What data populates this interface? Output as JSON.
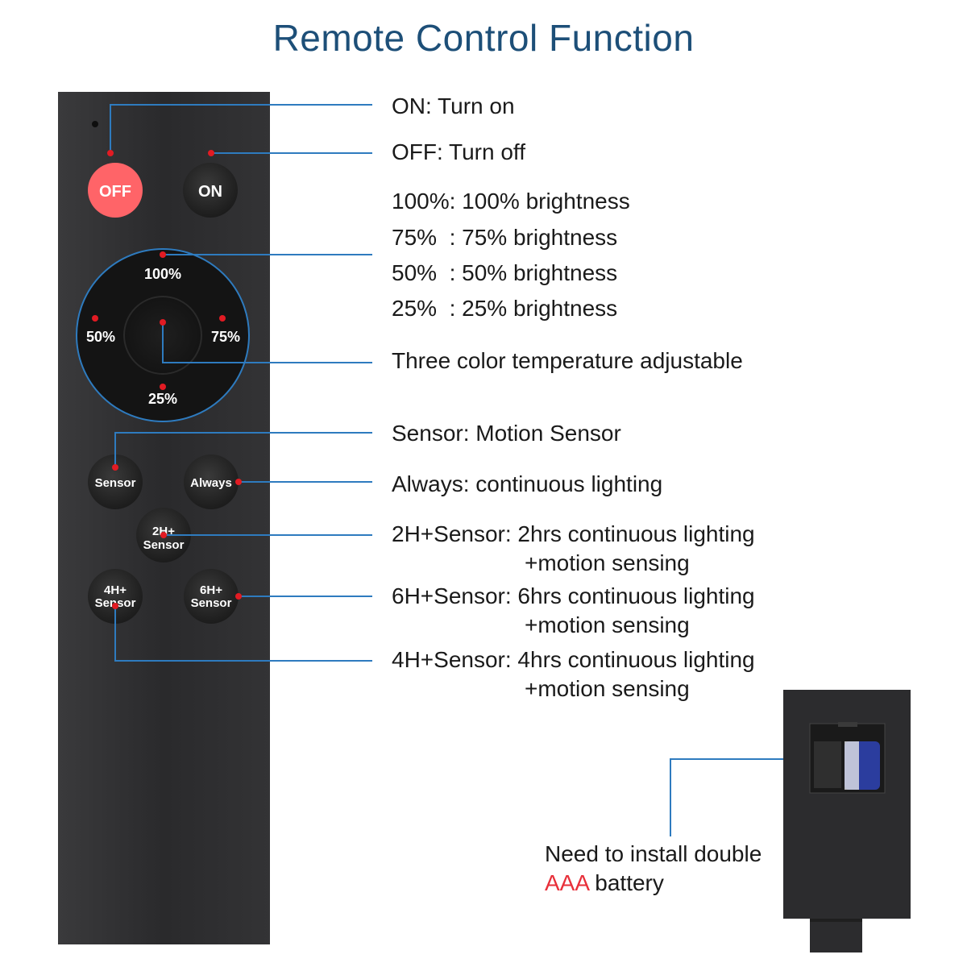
{
  "title": "Remote Control Function",
  "remote_buttons": {
    "off": "OFF",
    "on": "ON",
    "p100": "100%",
    "p75": "75%",
    "p50": "50%",
    "p25": "25%",
    "sensor": "Sensor",
    "always": "Always",
    "h2_line1": "2H+",
    "h2_line2": "Sensor",
    "h4_line1": "4H+",
    "h4_line2": "Sensor",
    "h6_line1": "6H+",
    "h6_line2": "Sensor"
  },
  "labels": {
    "on": "ON: Turn on",
    "off": "OFF: Turn off",
    "b100": "100%: 100% brightness",
    "b75": "75%  : 75% brightness",
    "b50": "50%  : 50% brightness",
    "b25": "25%  : 25% brightness",
    "temp": "Three color temperature adjustable",
    "sensor": "Sensor: Motion Sensor",
    "always": "Always: continuous lighting",
    "h2_line1": "2H+Sensor: 2hrs continuous lighting",
    "h2_line2": "+motion sensing",
    "h6_line1": "6H+Sensor: 6hrs continuous lighting",
    "h6_line2": "+motion sensing",
    "h4_line1": "4H+Sensor: 4hrs continuous lighting",
    "h4_line2": "+motion sensing"
  },
  "battery": {
    "line1": "Need to install double",
    "aaa": "AAA",
    "rest": " battery"
  },
  "colors": {
    "title": "#1d4f78",
    "leader_line": "#2e7bbf",
    "remote_body": "#2b2b2d",
    "off_button": "#ff5f63",
    "dot": "#e21b23",
    "aaa_text": "#e8303a"
  }
}
